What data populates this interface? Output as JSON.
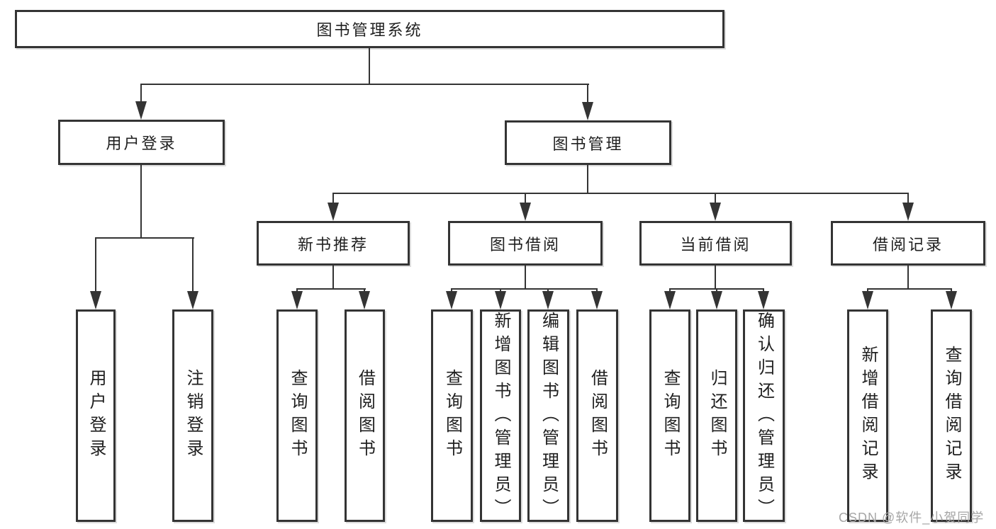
{
  "diagram": {
    "root": "图书管理系统",
    "level2": [
      "用户登录",
      "图书管理"
    ],
    "level3": [
      "新书推荐",
      "图书借阅",
      "当前借阅",
      "借阅记录"
    ],
    "leaves": [
      "用户登录",
      "注销登录",
      "查询图书",
      "借阅图书",
      "查询图书",
      "新增图书（管理员）",
      "编辑图书（管理员）",
      "借阅图书",
      "查询图书",
      "归还图书",
      "确认归还（管理员）",
      "新增借阅记录",
      "查询借阅记录"
    ]
  },
  "watermark": "CSDN @软件_小贺同学",
  "colors": {
    "line": "#343434",
    "text": "#1f1f1f",
    "watermark": "#a6a6a6",
    "background": "#ffffff"
  }
}
